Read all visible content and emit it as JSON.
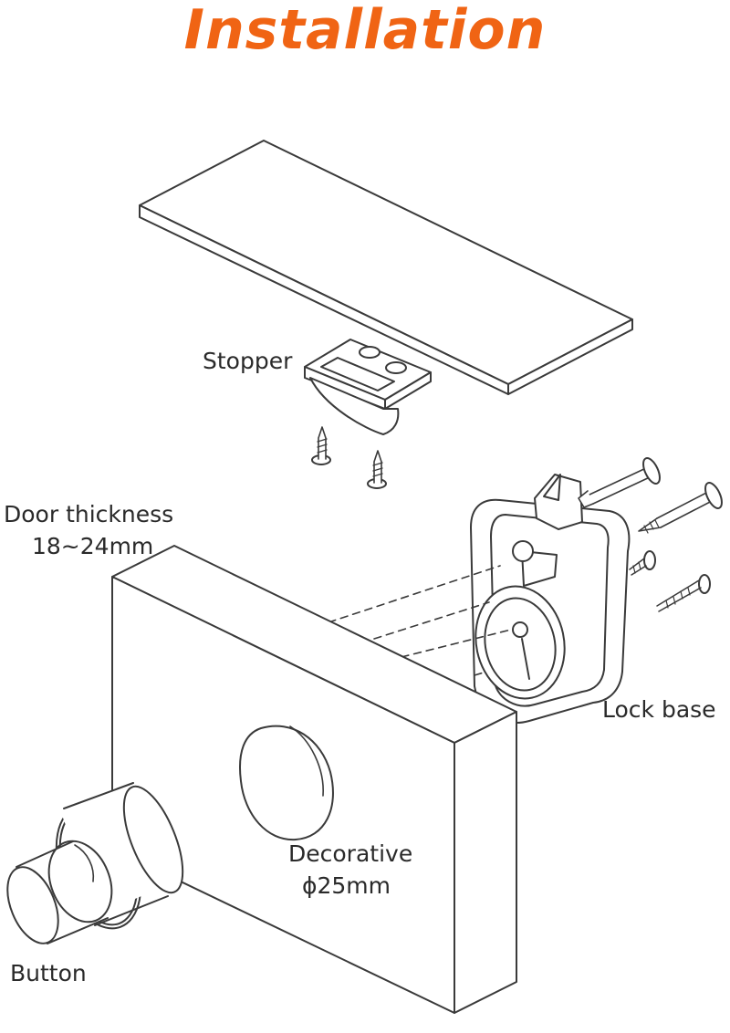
{
  "title": "Installation",
  "colors": {
    "title": "#f06414",
    "line": "#3a3a3a",
    "fill": "#ffffff"
  },
  "labels": {
    "stopper": "Stopper",
    "door_thickness": "Door thickness",
    "door_thickness_value": "18~24mm",
    "lock_base": "Lock base",
    "decorative": "Decorative",
    "decorative_value": "ϕ25mm",
    "button": "Button"
  }
}
